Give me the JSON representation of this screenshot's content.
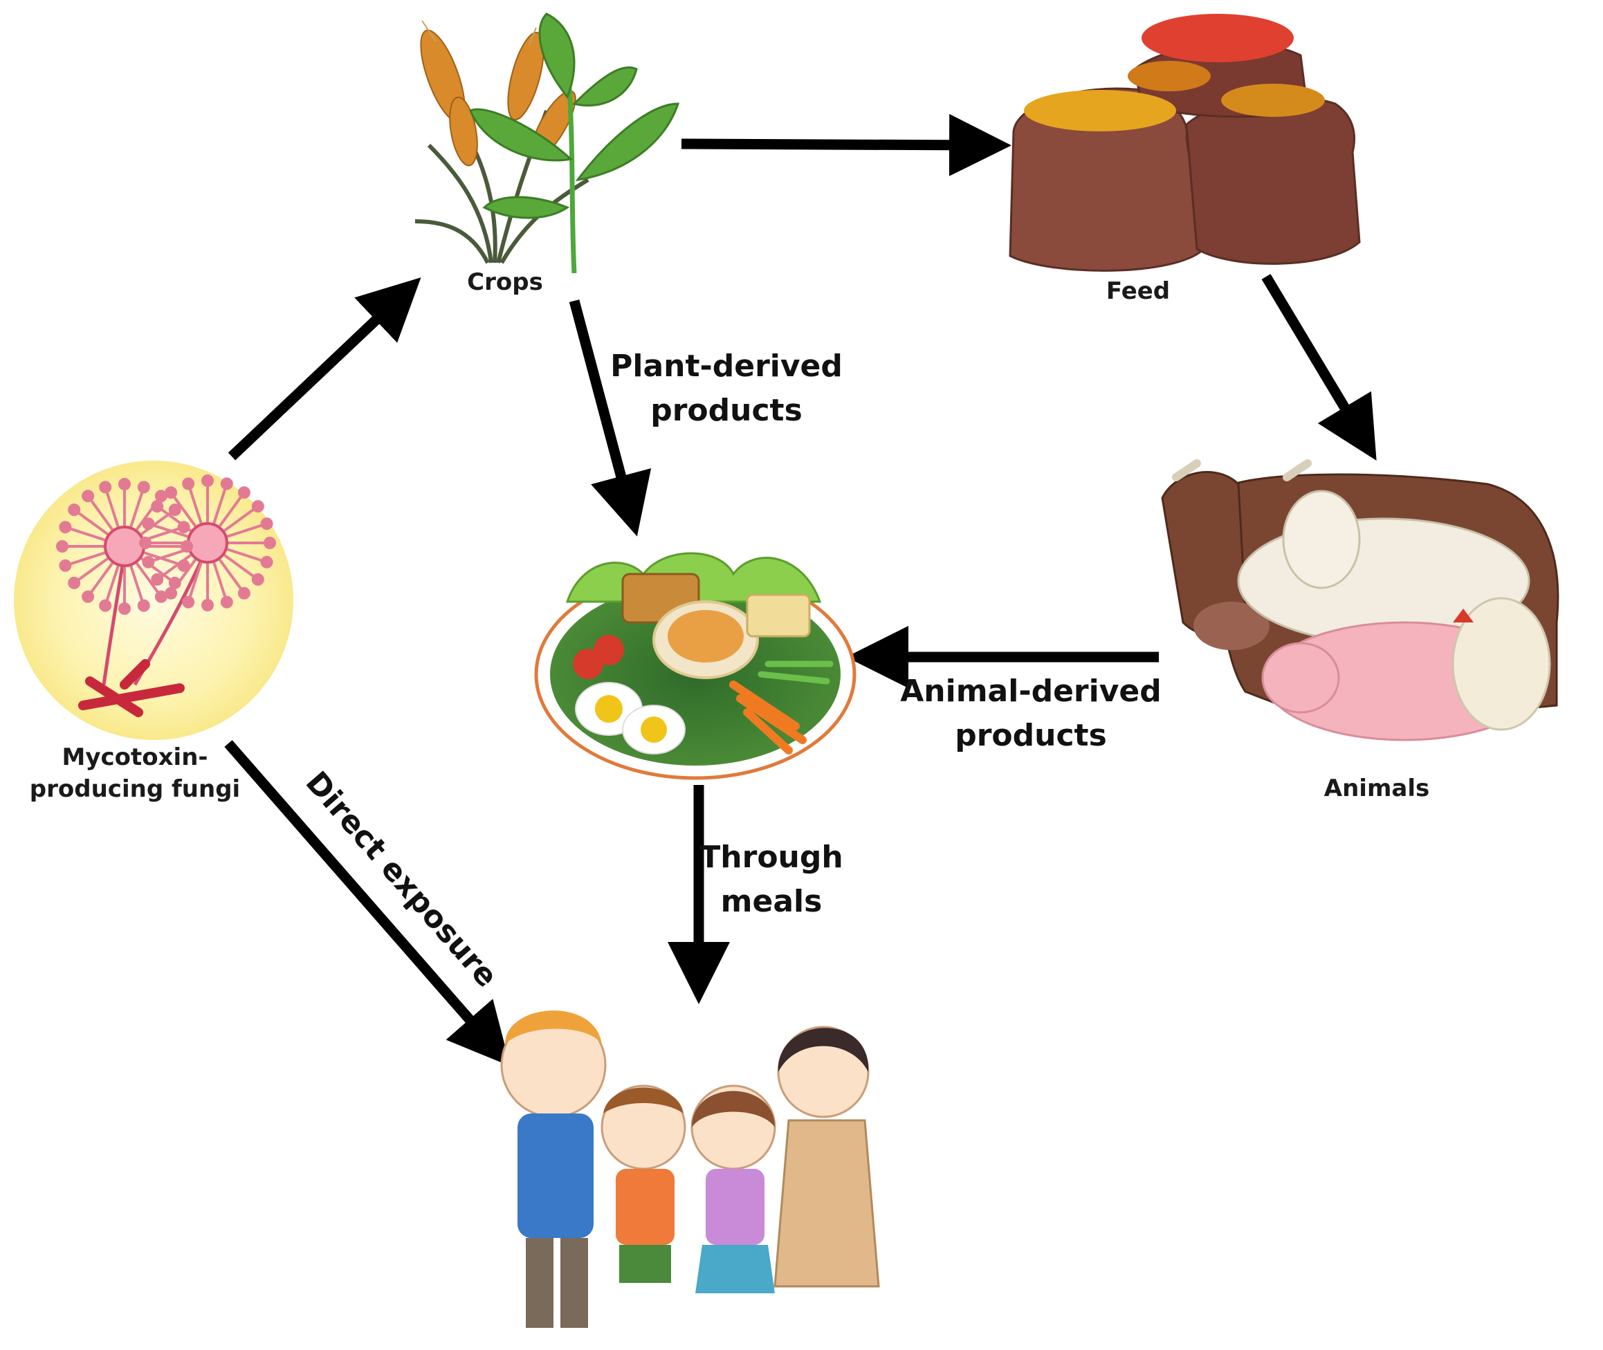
{
  "nodes": {
    "crops": {
      "label": "Crops"
    },
    "feed": {
      "label": "Feed"
    },
    "fungi": {
      "label_line1": "Mycotoxin-",
      "label_line2": "producing fungi"
    },
    "animals": {
      "label": "Animals"
    },
    "meal": {
      "label": ""
    },
    "family": {
      "label": ""
    }
  },
  "edges": {
    "plant_derived": {
      "line1": "Plant-derived",
      "line2": "products"
    },
    "animal_derived": {
      "line1": "Animal-derived",
      "line2": "products"
    },
    "through_meals": {
      "line1": "Through",
      "line2": "meals"
    },
    "direct_exposure": {
      "label": "Direct exposure"
    }
  },
  "colors": {
    "arrow": "#000000",
    "fungi_glow": "#fdf3b0",
    "fungi_hyphae": "#d64a6e",
    "sack": "#8a4a3c",
    "cow": "#7a4632",
    "pig": "#f4b3bd",
    "leaf": "#5aa83a",
    "wheat": "#d98b2b"
  }
}
